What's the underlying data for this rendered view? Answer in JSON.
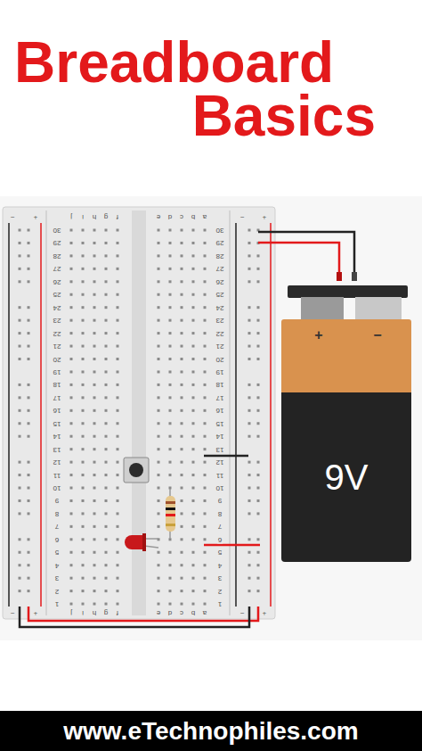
{
  "diagram": {
    "title": "Breadboard Basics",
    "nodes": [
      {
        "text": [
          "9V"
        ]
      }
    ],
    "labels": [
      "−",
      "+",
      "−",
      "+",
      "j",
      "i",
      "h",
      "g",
      "f",
      "e",
      "d",
      "c",
      "b",
      "a",
      "30",
      "29",
      "28",
      "27",
      "26",
      "25",
      "24",
      "23",
      "22",
      "21",
      "20",
      "19",
      "18",
      "17",
      "16",
      "15",
      "14",
      "13",
      "12",
      "11",
      "10",
      "9",
      "8",
      "7",
      "6",
      "5",
      "4",
      "3",
      "2",
      "1",
      "30",
      "29",
      "28",
      "27",
      "26",
      "25",
      "24",
      "23",
      "22",
      "21",
      "20",
      "19",
      "18",
      "17",
      "16",
      "15",
      "14",
      "13",
      "12",
      "11",
      "10",
      "9",
      "8",
      "7",
      "6",
      "5",
      "4",
      "3",
      "2",
      "1",
      "−",
      "+",
      "−",
      "+",
      "j",
      "i",
      "h",
      "g",
      "f",
      "e",
      "d",
      "c",
      "b",
      "a",
      "+",
      "−",
      "www.eTechnophiles.com"
    ]
  }
}
